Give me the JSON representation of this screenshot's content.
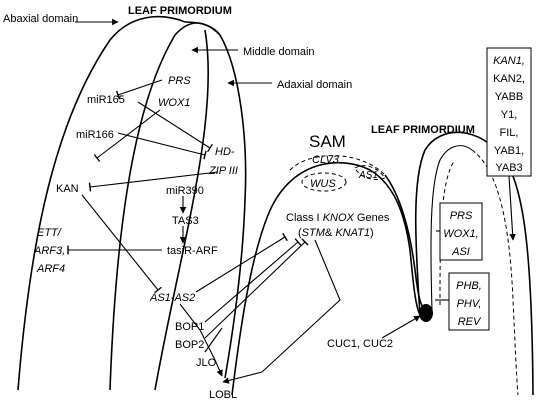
{
  "left_primordium": {
    "title": "LEAF PRIMORDIUM",
    "domains": {
      "abaxial": "Abaxial domain",
      "middle": "Middle domain",
      "adaxial": "Adaxial domain"
    },
    "genes": {
      "prs": "PRS",
      "mir165": "miR165",
      "wox1": "WOX1",
      "mir166": "miR166",
      "hd": "HD-",
      "zip": "ZIP III",
      "kan": "KAN",
      "mir390": "miR390",
      "tas3": "TAS3",
      "ett": "ETT/",
      "arf3": "ARF3,",
      "arf4": "ARF4",
      "tasiarf": "tasiR-ARF",
      "as1as2": "AS1-AS2",
      "bop1": "BOP1",
      "bop2": "BOP2",
      "jlo": "JLO",
      "lobl": "LOBL"
    }
  },
  "sam": {
    "title": "SAM",
    "clv3": "CLV3",
    "as1": "AS1",
    "wus": "WUS",
    "knox_prefix": "Class I ",
    "knox_italic": "KNOX",
    "knox_suffix": " Genes",
    "knox_sub_open": "(",
    "knox_stm": "STM",
    "knox_amp": "& ",
    "knox_knat": "KNAT1",
    "knox_sub_close": ")"
  },
  "right_primordium": {
    "title": "LEAF PRIMORDIUM",
    "abaxial_box": [
      "KAN1,",
      "KAN2,",
      "YABB",
      "Y1,",
      "FIL,",
      "YAB1,",
      "YAB3"
    ],
    "middle_box": [
      "PRS",
      "WOX1,",
      "ASI"
    ],
    "adaxial_box": [
      "PHB,",
      "PHV,",
      "REV"
    ],
    "cuc": "CUC1, CUC2"
  }
}
